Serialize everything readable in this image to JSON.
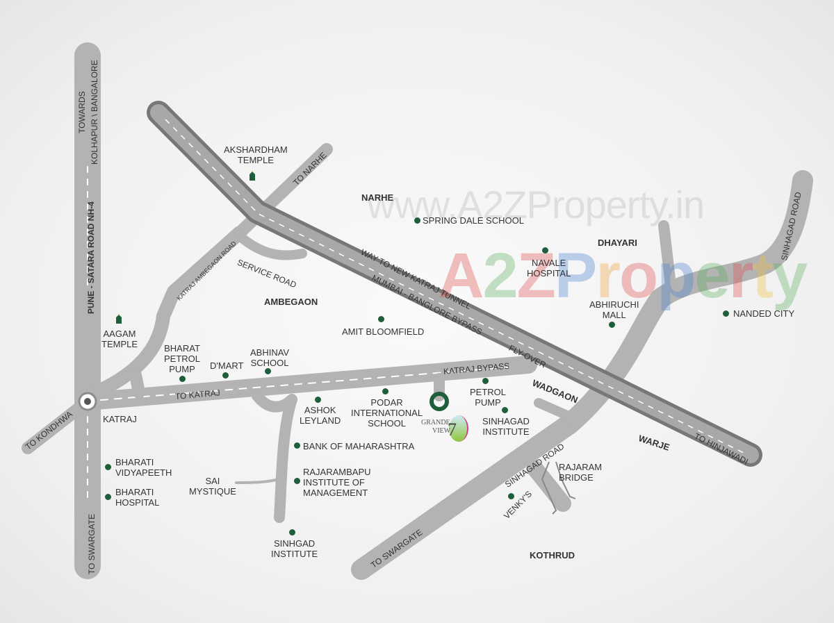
{
  "watermark": {
    "url": "www.A2ZProperty.in",
    "brand_letters": [
      {
        "ch": "A",
        "color": "#e05050"
      },
      {
        "ch": "2",
        "color": "#60b060"
      },
      {
        "ch": "Z",
        "color": "#e05050"
      },
      {
        "ch": "P",
        "color": "#4a80d0"
      },
      {
        "ch": "r",
        "color": "#f0a040"
      },
      {
        "ch": "o",
        "color": "#e05050"
      },
      {
        "ch": "p",
        "color": "#4a80d0"
      },
      {
        "ch": "e",
        "color": "#60b060"
      },
      {
        "ch": "r",
        "color": "#e05050"
      },
      {
        "ch": "t",
        "color": "#f0c040"
      },
      {
        "ch": "y",
        "color": "#60b060"
      }
    ]
  },
  "roads": {
    "nh4": "PUNE - SATARA ROAD NH-4",
    "towards1": "TOWARDS",
    "towards2": "KOLHAPUR \\ BANGALORE",
    "to_swargate_left": "TO SWARGATE",
    "to_kondhwa": "TO KONDHWA",
    "to_katraj": "TO KATRAJ",
    "katraj_bypass": "KATRAJ BYPASS",
    "katraj_ambegaon": "KATRAJ AMBEGAON ROAD",
    "to_narhe": "TO NARHE",
    "service_road": "SERVICE ROAD",
    "tunnel": "WAY TO NEW KATRAJ TUNNEL",
    "bypass": "MUMBAI - BANGLORE BYPASS",
    "flyover": "FLY-OVER",
    "to_hinjawadi": "TO HINJAWADI",
    "sinhagad_road_top": "SINHAGAD ROAD",
    "sinhagad_road_mid": "SINHAGAD ROAD",
    "to_swargate_right": "TO SWARGATE"
  },
  "areas": {
    "narhe": "NARHE",
    "dhayari": "DHAYARI",
    "ambegaon": "AMBEGAON",
    "wadgaon": "WADGAON",
    "warje": "WARJE",
    "kothrud": "KOTHRUD",
    "katraj": "KATRAJ"
  },
  "landmarks": {
    "akshardham": [
      "AKSHARDHAM",
      "TEMPLE"
    ],
    "aagam": [
      "AAGAM",
      "TEMPLE"
    ],
    "spring_dale": "SPRING DALE SCHOOL",
    "navale": [
      "NAVALE",
      "HOSPITAL"
    ],
    "abhiruchi": [
      "ABHIRUCHI",
      "MALL"
    ],
    "nanded": "NANDED CITY",
    "amit": "AMIT BLOOMFIELD",
    "bharat_petrol": [
      "BHARAT",
      "PETROL",
      "PUMP"
    ],
    "dmart": "D'MART",
    "abhinav": [
      "ABHINAV",
      "SCHOOL"
    ],
    "ashok": [
      "ASHOK",
      "LEYLAND"
    ],
    "podar": [
      "PODAR",
      "INTERNATIONAL",
      "SCHOOL"
    ],
    "petrol_pump": [
      "PETROL",
      "PUMP"
    ],
    "sinhagad_inst_right": [
      "SINHAGAD",
      "INSTITUTE"
    ],
    "bank": "BANK OF MAHARASHTRA",
    "rajarambapu": [
      "RAJARAMBAPU",
      "INSTITUTE OF",
      "MANAGEMENT"
    ],
    "sai": [
      "SAI",
      "MYSTIQUE"
    ],
    "sinhgad_inst_bottom": [
      "SINHGAD",
      "INSTITUTE"
    ],
    "bharati_vid": [
      "BHARATI",
      "VIDYAPEETH"
    ],
    "bharati_hosp": [
      "BHARATI",
      "HOSPITAL"
    ],
    "rajaram_bridge": [
      "RAJARAM",
      "BRIDGE"
    ],
    "venkys": "VENKY'S"
  },
  "project": {
    "name1": "GRANDE",
    "name2": "VIEW",
    "num": "7"
  },
  "colors": {
    "road": "#b3b3b3",
    "highway": "#8c8c8c",
    "marker": "#1e5e3a"
  }
}
